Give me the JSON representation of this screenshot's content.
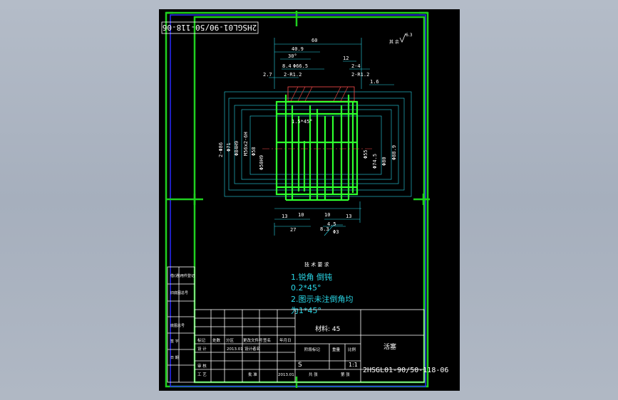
{
  "drawing": {
    "code_main": "2HSGL01-90/50-118-06",
    "code_corner": "2HSGL01-90/50-118-06",
    "part_name": "活塞",
    "material": "材料: 45",
    "scale": "1:1",
    "stage_mark": "S",
    "date_designer": "2013.01",
    "date_approver": "2013.01",
    "designer_stamp": "设计者名"
  },
  "roughness": {
    "label": "其 余",
    "value": "6.3"
  },
  "tech_requirements": {
    "title": "技 术 要 求",
    "lines": [
      "1.锐角 倒钝",
      "0.2*45°",
      "2.图示未注倒角均",
      "为1*45°"
    ]
  },
  "title_block": {
    "revision_headers": [
      "标记",
      "处数",
      "分区",
      "更改文件号",
      "签名",
      "年月日"
    ],
    "row_labels": [
      "设 计",
      "审 核",
      "工 艺"
    ],
    "left_labels": [
      "借(通)用件登记",
      "旧底图总号",
      "底图总号",
      "签 字",
      "日 期"
    ],
    "stage_headers": [
      "阶段标记",
      "重量",
      "比例"
    ],
    "footer_labels": [
      "共 张",
      "第 张",
      "批 准"
    ]
  },
  "dimensions": {
    "top": [
      "60",
      "40.9",
      "30°",
      "12",
      "8.4",
      "2-R1.2",
      "2-4",
      "2.7",
      "1.6",
      "2-R1.2",
      "Φ66.5"
    ],
    "left": [
      "2-Φ86",
      "Φ84H9",
      "M56x2-6H",
      "Φ58",
      "Φ50H9",
      "Φ71",
      "1.5*45°"
    ],
    "right": [
      "Φ55",
      "Φ74.5",
      "Φ80",
      "Φ88.9"
    ],
    "bottom": [
      "13",
      "10",
      "27",
      "4.5",
      "8.3",
      "13",
      "10",
      "Φ3"
    ]
  },
  "colors": {
    "background": "#000000",
    "frame": "#1fcf1f",
    "part_outline": "#2eff2e",
    "dimension": "#2ad8e8",
    "hatch": "#ff4d4d",
    "text": "#ffffff",
    "inner_border": "#2a2aff"
  }
}
